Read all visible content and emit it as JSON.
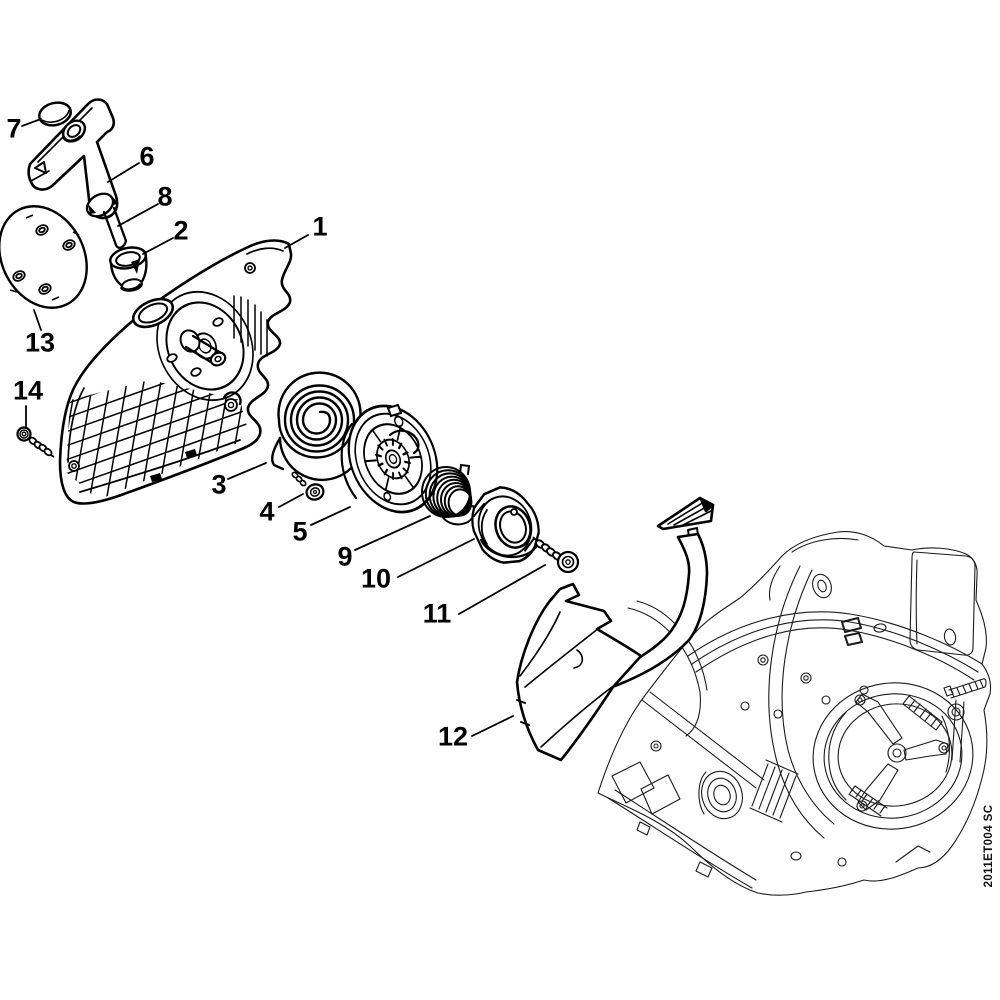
{
  "diagram": {
    "drawing_code": "2011ET004 SC",
    "callouts": [
      {
        "part": "1"
      },
      {
        "part": "2"
      },
      {
        "part": "3"
      },
      {
        "part": "4"
      },
      {
        "part": "5"
      },
      {
        "part": "6"
      },
      {
        "part": "7"
      },
      {
        "part": "8"
      },
      {
        "part": "9"
      },
      {
        "part": "10"
      },
      {
        "part": "11"
      },
      {
        "part": "12"
      },
      {
        "part": "13"
      },
      {
        "part": "14"
      }
    ]
  }
}
